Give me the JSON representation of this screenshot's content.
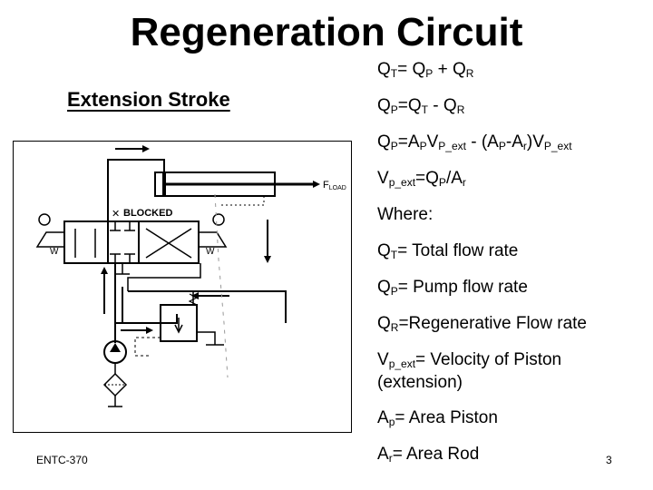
{
  "slide": {
    "title": "Regeneration Circuit",
    "subtitle": "Extension Stroke",
    "footer_left": "ENTC-370",
    "page_number": "3"
  },
  "diagram": {
    "blocked_label": "BLOCKED",
    "load_label_main": "F",
    "load_label_sub": "LOAD",
    "spring_left": "W",
    "spring_right": "W"
  },
  "equations": {
    "eq1": {
      "a": "Q",
      "a_sub": "T",
      "b": "= Q",
      "b_sub": "P",
      "c": " + Q",
      "c_sub": "R"
    },
    "eq2": {
      "a": "Q",
      "a_sub": "P",
      "b": "=Q",
      "b_sub": "T",
      "c": " - Q",
      "c_sub": "R"
    },
    "eq3": {
      "a": "Q",
      "a_sub": "P",
      "b": "=A",
      "b_sub": "P",
      "c": "V",
      "c_sub": "P_ext",
      "d": " - (A",
      "d_sub": "P",
      "e": "-A",
      "e_sub": "r",
      "f": ")V",
      "f_sub": "P_ext"
    },
    "eq4": {
      "a": "V",
      "a_sub": "p_ext",
      "b": "=Q",
      "b_sub": "P",
      "c": "/A",
      "c_sub": "r"
    },
    "where": "Where:",
    "def1": {
      "sym": "Q",
      "sub": "T",
      "text": "= Total flow rate"
    },
    "def2": {
      "sym": "Q",
      "sub": "P",
      "text": "= Pump flow rate"
    },
    "def3": {
      "sym": "Q",
      "sub": "R",
      "text": "=Regenerative Flow rate"
    },
    "def4": {
      "sym": "V",
      "sub": "p_ext",
      "text": "= Velocity of Piston (extension)"
    },
    "def5": {
      "sym": "A",
      "sub": "p",
      "text": "= Area Piston"
    },
    "def6": {
      "sym": "A",
      "sub": "r",
      "text": "= Area Rod"
    }
  }
}
